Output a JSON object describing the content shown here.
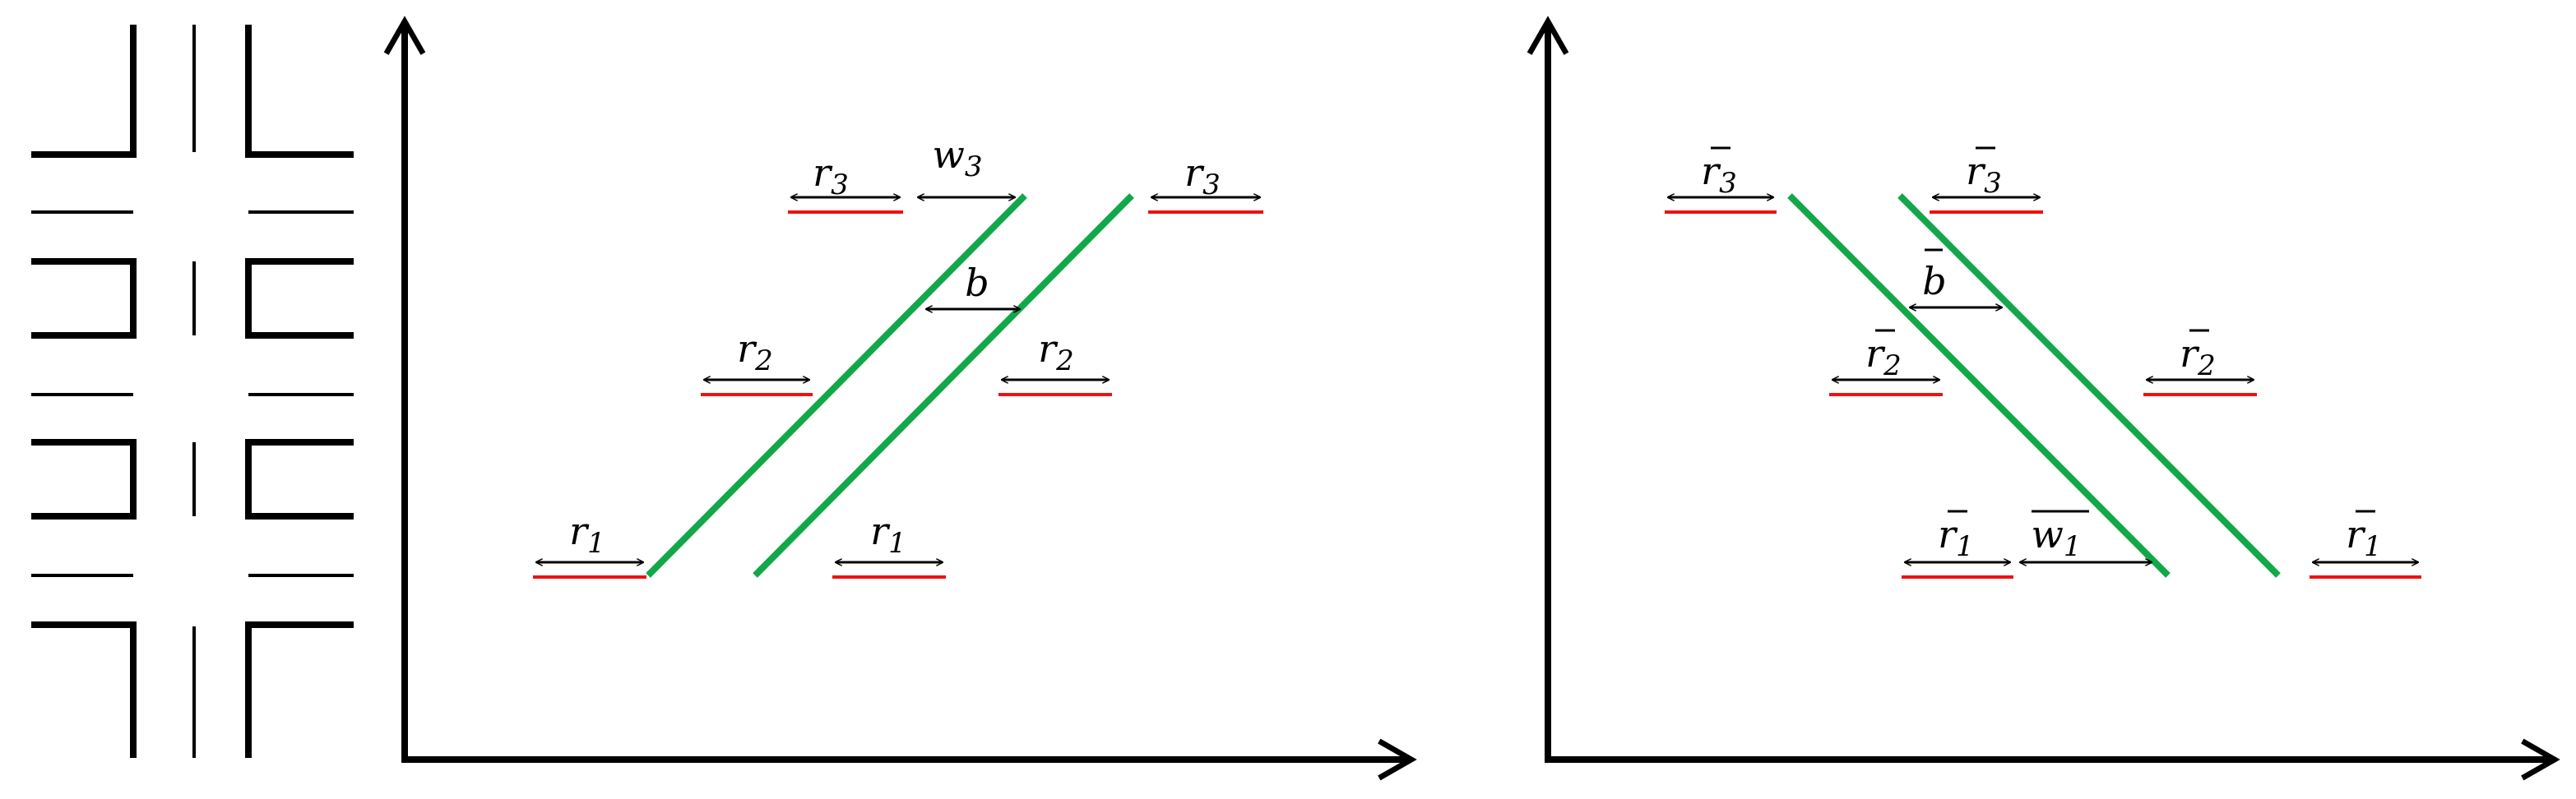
{
  "colors": {
    "progression_line": "#12a84a",
    "red_duration": "#ee1111",
    "ink": "#000000"
  },
  "left_panel": {
    "labels": {
      "r3_left": {
        "base": "r",
        "sub": "3"
      },
      "w3": {
        "base": "w",
        "sub": "3"
      },
      "r3_right": {
        "base": "r",
        "sub": "3"
      },
      "b": {
        "base": "b",
        "sub": ""
      },
      "r2_left": {
        "base": "r",
        "sub": "2"
      },
      "r2_right": {
        "base": "r",
        "sub": "2"
      },
      "r1_left": {
        "base": "r",
        "sub": "1"
      },
      "r1_right": {
        "base": "r",
        "sub": "1"
      }
    }
  },
  "right_panel": {
    "labels": {
      "r3bar_left": {
        "base": "r",
        "sub": "3"
      },
      "r3bar_right": {
        "base": "r",
        "sub": "3"
      },
      "bbar": {
        "base": "b",
        "sub": ""
      },
      "r2bar_left": {
        "base": "r",
        "sub": "2"
      },
      "r2bar_right": {
        "base": "r",
        "sub": "2"
      },
      "r1bar_left": {
        "base": "r",
        "sub": "1"
      },
      "w1bar": {
        "base": "w",
        "sub": "1"
      },
      "r1bar_right": {
        "base": "r",
        "sub": "1"
      }
    }
  }
}
